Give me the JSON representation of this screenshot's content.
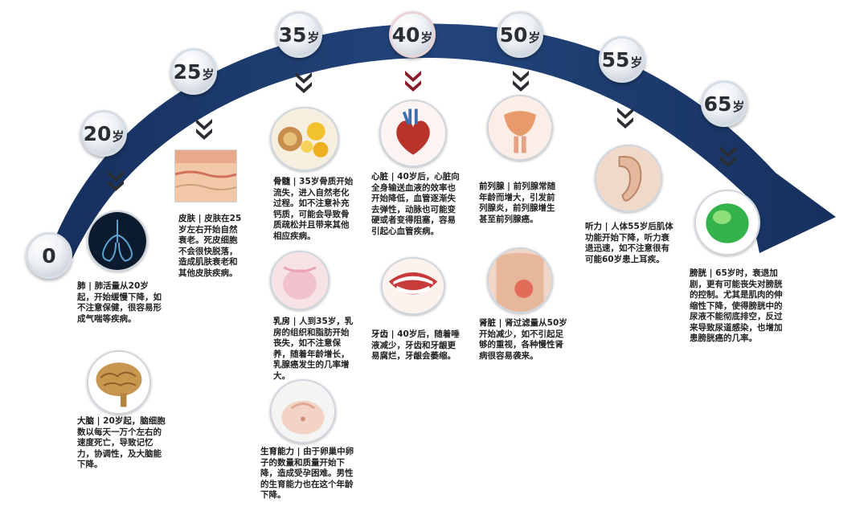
{
  "milestones": [
    {
      "num": "0",
      "unit": ""
    },
    {
      "num": "20",
      "unit": "岁"
    },
    {
      "num": "25",
      "unit": "岁"
    },
    {
      "num": "35",
      "unit": "岁"
    },
    {
      "num": "40",
      "unit": "岁"
    },
    {
      "num": "50",
      "unit": "岁"
    },
    {
      "num": "55",
      "unit": "岁"
    },
    {
      "num": "65",
      "unit": "岁"
    }
  ],
  "organs": {
    "lung": {
      "name": "肺",
      "text": "肺活量从20岁起，开始缓慢下降，如不注意保健，很容易形成气喘等疾病。"
    },
    "brain": {
      "name": "大脑",
      "text": "20岁起，脑细胞数以每天一万个左右的速度死亡，导致记忆力，协调性，及大脑能下降。"
    },
    "skin": {
      "name": "皮肤",
      "text": "皮肤在25岁左右开始自然衰老。死皮细胞不会很快脱落，造成肌肤衰老和其他皮肤疾病。"
    },
    "bone": {
      "name": "骨髓",
      "text": "35岁骨质开始流失，进入自然老化过程。如不注意补充钙质，可能会导致骨质疏松并且带来其他相应疾病。"
    },
    "breast": {
      "name": "乳房",
      "text": "人到35岁，乳房的组织和脂肪开始丧失，如不注意保养，随着年龄增长，乳腺癌发生的几率增大。"
    },
    "fertility": {
      "name": "生育能力",
      "text": "由于卵巢中卵子的数量和质量开始下降，造成受孕困难。男性的生育能力也在这个年龄下降。"
    },
    "heart": {
      "name": "心脏",
      "text": "40岁后，心脏向全身输送血液的效率也开始降低，血管逐渐失去弹性，动脉也可能变硬或者变得阻塞，容易引起心血管疾病。"
    },
    "teeth": {
      "name": "牙齿",
      "text": "40岁后，随着唾液减少，牙齿和牙龈更易腐烂，牙龈会萎缩。"
    },
    "prostate": {
      "name": "前列腺",
      "text": "前列腺常随年龄而增大，引发前列腺炎，前列腺增生甚至前列腺癌。"
    },
    "kidney": {
      "name": "肾脏",
      "text": "肾过滤量从50岁开始减少，如不引起足够的重视，各种慢性肾病很容易袭来。"
    },
    "hearing": {
      "name": "听力",
      "text": "人体55岁后肌体功能开始下降，听力衰退迅速，如不注意很有可能60岁患上耳疾。"
    },
    "bladder": {
      "name": "膀胱",
      "text": "65岁时，衰退加剧，更有可能丧失对膀胱的控制。尤其是肌肉的伸缩性下降，使得膀胱中的尿液不能彻底排空，反过来导致尿道感染，也增加患膀胱癌的几率。"
    }
  },
  "colors": {
    "arc": "#1e3a6d",
    "chevron": "#2a2e33",
    "chevron_highlight": "#8b1a2e"
  }
}
